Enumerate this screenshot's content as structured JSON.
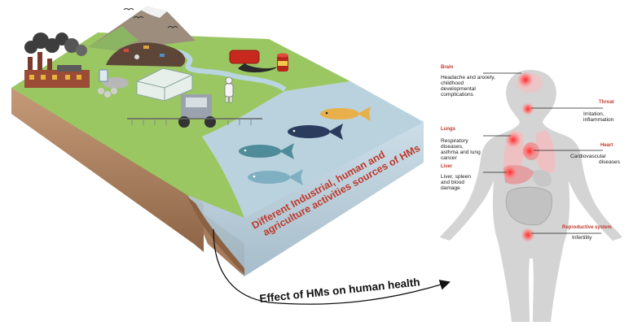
{
  "landscape": {
    "sources_caption": [
      "Different Industrial, human and",
      "agriculture  activities sources of HMs"
    ]
  },
  "effect_caption": "Effect of HMs on human health",
  "organs": [
    {
      "id": "brain",
      "title": "Brain",
      "desc": [
        "Headache and anxiety,",
        "childhood",
        "developmental",
        "complications"
      ]
    },
    {
      "id": "throat",
      "title": "Throat",
      "desc": [
        "Irritation,",
        "inflammation"
      ]
    },
    {
      "id": "lungs",
      "title": "Lungs",
      "desc": [
        "Respiratory",
        "diseases,",
        "asthma and lung",
        "cancer"
      ]
    },
    {
      "id": "heart",
      "title": "Heart",
      "desc": [
        "Cardiovascular",
        "diseases"
      ]
    },
    {
      "id": "liver",
      "title": "Liver",
      "desc": [
        "Liver, spleen",
        "and blood",
        "damage"
      ]
    },
    {
      "id": "reproductive",
      "title": "Reproductive system",
      "desc": [
        "Infertility"
      ]
    }
  ],
  "colors": {
    "grass": "#9bc763",
    "soil": "#b58a68",
    "water": "#a9c3d2",
    "label_accent": "#c0392b",
    "hotspot": "#e8383d",
    "body": "#d4d4d4"
  },
  "icons": [
    "factory-icon",
    "smoke-icon",
    "mountain-icon",
    "waste-pile-icon",
    "greenhouse-icon",
    "tractor-sprayer-icon",
    "oil-barrel-icon",
    "fish-icon",
    "farmer-icon",
    "birds-icon",
    "arrow-icon",
    "human-body-icon"
  ]
}
